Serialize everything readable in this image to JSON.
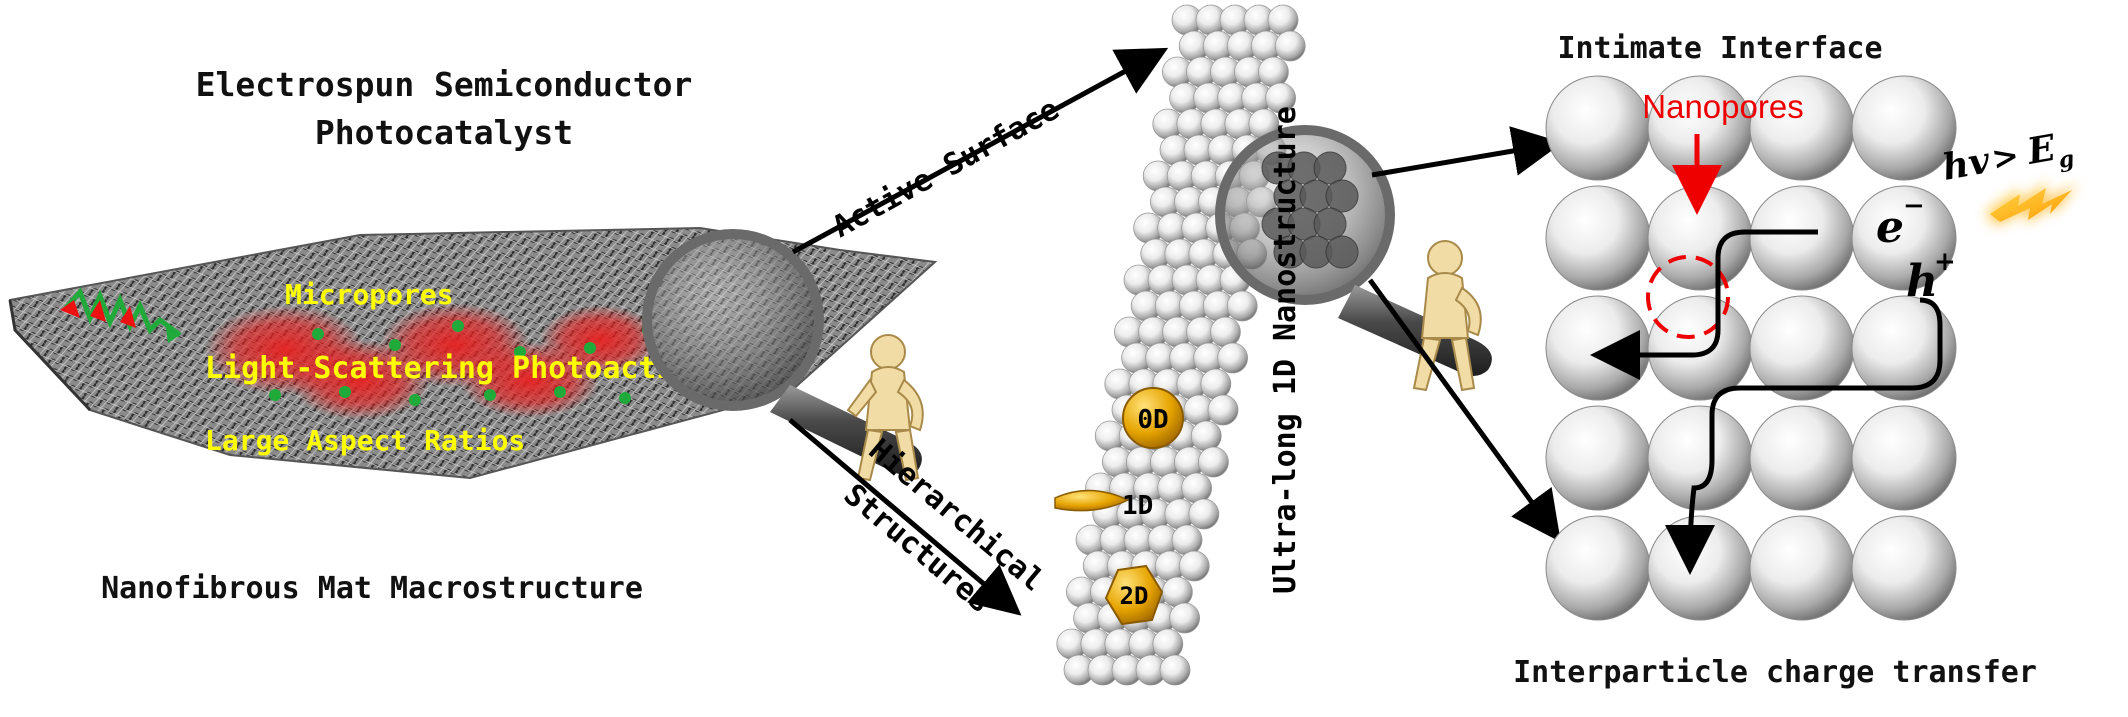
{
  "left_panel": {
    "title_line1": "Electrospun Semiconductor",
    "title_line2": "Photocatalyst",
    "mat_label_1": "Micropores",
    "mat_label_2": "Light-Scattering Photoactivity",
    "mat_label_3": "Large Aspect Ratios",
    "bottom_caption": "Nanofibrous Mat Macrostructure"
  },
  "middle_panel": {
    "arrow_upper_label": "Active Surface",
    "arrow_lower_label_1": "Hierarchical",
    "arrow_lower_label_2": "Structures",
    "fiber_label": "Ultra-long 1D Nanostructure",
    "badge_0d": "0D",
    "badge_1d": "1D",
    "badge_2d": "2D"
  },
  "right_panel": {
    "title": "Intimate Interface",
    "nanopores_label": "Nanopores",
    "electron_symbol": "e",
    "electron_superscript": "−",
    "hole_symbol": "h",
    "hole_superscript": "+",
    "photon_h": "hv",
    "photon_gt": ">",
    "photon_E": "E",
    "photon_sub": "g",
    "bottom_caption": "Interparticle charge transfer"
  },
  "colors": {
    "label_yellow": "#ffff00",
    "nanopore_red": "#ee0000",
    "badge_gold": "#e6a400",
    "glow_red": "#e82020",
    "lightning_orange": "#ffae00"
  }
}
